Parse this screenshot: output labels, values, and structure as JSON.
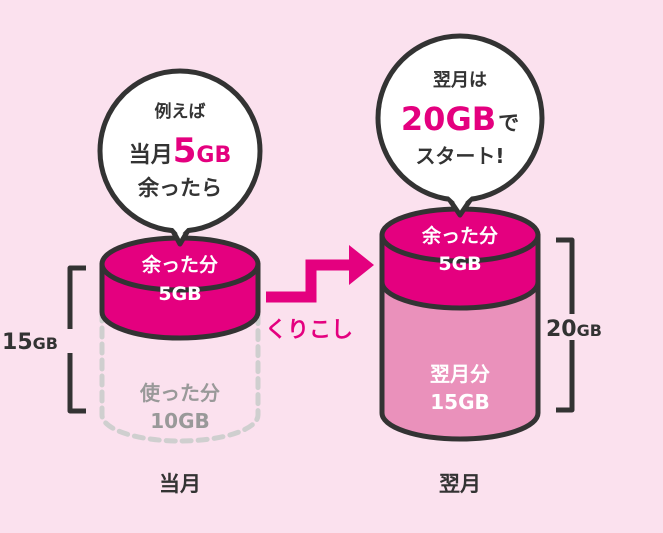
{
  "colors": {
    "background": "#fbe1ee",
    "magenta": "#e4007f",
    "pink_fill": "#ea91bb",
    "outline": "#333333",
    "used_gray": "#999999",
    "dash_gray": "#cfcfcf",
    "white": "#ffffff"
  },
  "current_month": {
    "label": "当月",
    "bracket_total": {
      "num": "15",
      "unit": "GB"
    },
    "leftover": {
      "line1": "余った分",
      "line2": "5GB"
    },
    "used": {
      "line1": "使った分",
      "line2": "10GB"
    },
    "bubble": {
      "line1": "例えば",
      "line2_pre": "当月",
      "line2_num": "5",
      "line2_unit": "GB",
      "line3": "余ったら"
    }
  },
  "carryover_label": "くりこし",
  "next_month": {
    "label": "翌月",
    "bracket_total": {
      "num": "20",
      "unit": "GB"
    },
    "carried": {
      "line1": "余った分",
      "line2": "5GB"
    },
    "allotment": {
      "line1": "翌月分",
      "line2": "15GB"
    },
    "bubble": {
      "line1": "翌月は",
      "line2_num": "20GB",
      "line2_suffix": "で",
      "line3": "スタート!"
    }
  }
}
